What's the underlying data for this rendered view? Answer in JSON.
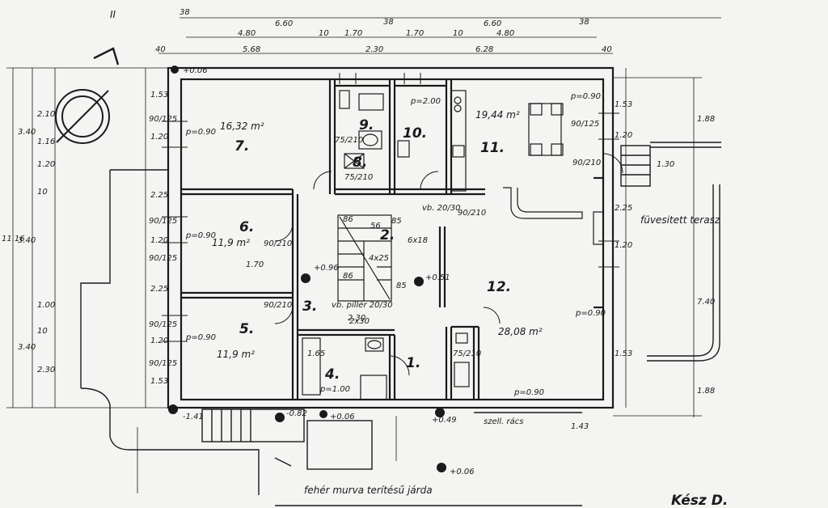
{
  "rooms": [
    {
      "number": "7.",
      "area": "16,32 m²"
    },
    {
      "number": "6.",
      "area": "11,9 m²"
    },
    {
      "number": "5.",
      "area": "11,9 m²"
    },
    {
      "number": "3.",
      "area": ""
    },
    {
      "number": "4.",
      "area": ""
    },
    {
      "number": "2.",
      "area": ""
    },
    {
      "number": "9.",
      "area": ""
    },
    {
      "number": "8.",
      "area": ""
    },
    {
      "number": "10.",
      "area": ""
    },
    {
      "number": "11.",
      "area": "19,44 m²"
    },
    {
      "number": "12.",
      "area": "28,08 m²"
    },
    {
      "number": "1.",
      "area": ""
    }
  ],
  "labels": {
    "terrace": "füvesitett terasz",
    "walkway": "fehér murva terítésű járda",
    "vent": "szell. rács",
    "pillar": "vb. pillér 20/30",
    "beam": "vb. 20/30",
    "north_mark": "II",
    "signature": "Kész D."
  },
  "dimensions": {
    "top_row1": [
      "38",
      "6.60",
      "38",
      "6.60",
      "38"
    ],
    "top_row2": [
      "4.80",
      "10",
      "1.70",
      "1.70",
      "10",
      "4.80"
    ],
    "top_row3": [
      "40",
      "5.68",
      "2.30",
      "6.28",
      "40"
    ],
    "left_outer": [
      "11.16"
    ],
    "left_col1": [
      "3.40",
      "3.40",
      "3.40"
    ],
    "left_col2": [
      "2.10",
      "1.16",
      "1.20",
      "10",
      "1.00",
      "10",
      "2.30"
    ],
    "left_col3": [
      "1.53",
      "1.20",
      "2.25",
      "1.20",
      "2.25",
      "1.20",
      "1.53"
    ],
    "right_col": [
      "1.53",
      "1.20",
      "2.25",
      "1.20",
      "1.53"
    ],
    "right_outer": [
      "1.88",
      "1.30",
      "7.40",
      "1.88"
    ],
    "openings": [
      "90/125",
      "90/125",
      "90/125",
      "90/125",
      "90/125",
      "90/125",
      "90/210",
      "90/210",
      "75/210",
      "75/210",
      "90/210",
      "75/210",
      "90/210",
      "1.65",
      "1.70",
      "2.30",
      "1.43"
    ],
    "parapets": [
      "p=0.90",
      "p=0.90",
      "p=0.90",
      "p=0.90",
      "p=0.90",
      "p=1.00",
      "p=2.00",
      "p=0.90"
    ],
    "levels": [
      "+0.06",
      "+0.96",
      "+0.51",
      "-1.41",
      "-0.82",
      "+0.06",
      "+0.49",
      "+0.06"
    ],
    "stair": [
      "86",
      "56",
      "85",
      "4x25",
      "86",
      "85",
      "6x18",
      "2x30"
    ]
  }
}
